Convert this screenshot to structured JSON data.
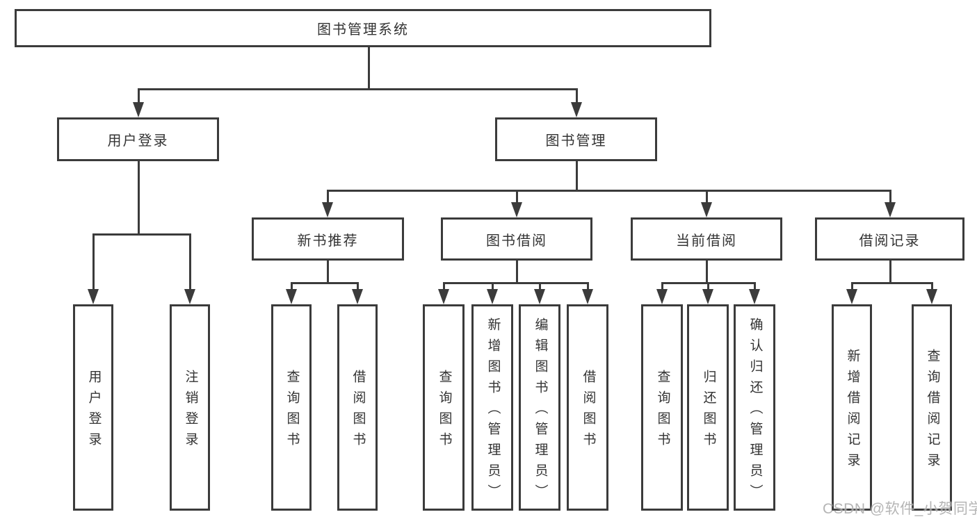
{
  "diagram": {
    "root": {
      "label": "图书管理系统"
    },
    "level2": {
      "user_login": {
        "label": "用户登录"
      },
      "book_mgmt": {
        "label": "图书管理"
      }
    },
    "level3": {
      "new_book": {
        "label": "新书推荐"
      },
      "book_borrow": {
        "label": "图书借阅"
      },
      "current_borrow": {
        "label": "当前借阅"
      },
      "borrow_records": {
        "label": "借阅记录"
      }
    },
    "leaves": {
      "user_login": [
        "用户登录",
        "注销登录"
      ],
      "new_book": [
        "查询图书",
        "借阅图书"
      ],
      "book_borrow": [
        "查询图书",
        "新增图书（管理员）",
        "编辑图书（管理员）",
        "借阅图书"
      ],
      "current_borrow": [
        "查询图书",
        "归还图书",
        "确认归还（管理员）"
      ],
      "borrow_records": [
        "新增借阅记录",
        "查询借阅记录"
      ]
    }
  },
  "watermark": {
    "text": "CSDN @软件_小贺同学"
  },
  "colors": {
    "line": "#3b3b3b",
    "text": "#333333",
    "watermark": "#ababab",
    "background": "#ffffff"
  }
}
